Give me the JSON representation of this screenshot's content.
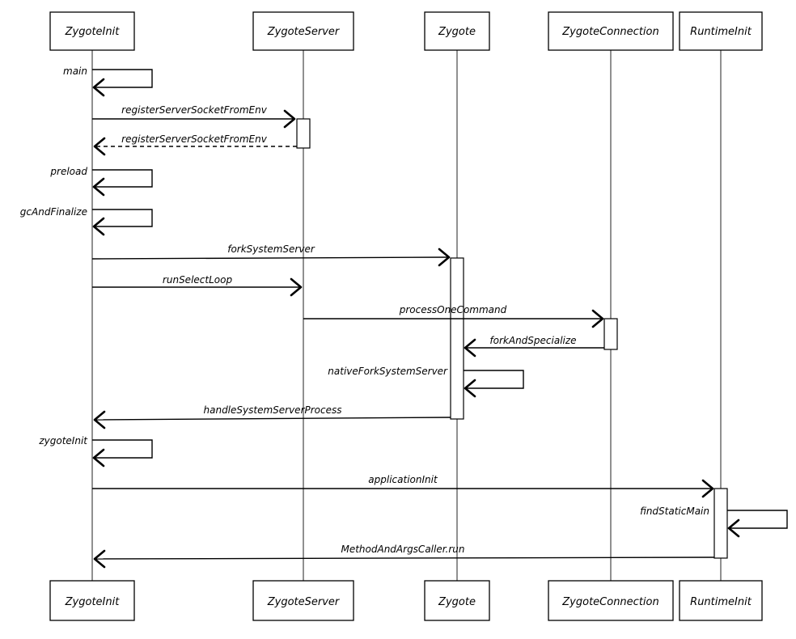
{
  "participants": [
    {
      "id": "zygoteinit",
      "label": "ZygoteInit"
    },
    {
      "id": "zygoteserver",
      "label": "ZygoteServer"
    },
    {
      "id": "zygote",
      "label": "Zygote"
    },
    {
      "id": "zygoteconnection",
      "label": "ZygoteConnection"
    },
    {
      "id": "runtimeinit",
      "label": "RuntimeInit"
    }
  ],
  "messages": [
    {
      "from": "zygoteinit",
      "to": "zygoteinit",
      "label": "main",
      "style": "solid"
    },
    {
      "from": "zygoteinit",
      "to": "zygoteserver",
      "label": "registerServerSocketFromEnv",
      "style": "solid"
    },
    {
      "from": "zygoteserver",
      "to": "zygoteinit",
      "label": "registerServerSocketFromEnv",
      "style": "dashed"
    },
    {
      "from": "zygoteinit",
      "to": "zygoteinit",
      "label": "preload",
      "style": "solid"
    },
    {
      "from": "zygoteinit",
      "to": "zygoteinit",
      "label": "gcAndFinalize",
      "style": "solid"
    },
    {
      "from": "zygoteinit",
      "to": "zygote",
      "label": "forkSystemServer",
      "style": "solid"
    },
    {
      "from": "zygoteinit",
      "to": "zygoteserver",
      "label": "runSelectLoop",
      "style": "solid"
    },
    {
      "from": "zygoteserver",
      "to": "zygoteconnection",
      "label": "processOneCommand",
      "style": "solid"
    },
    {
      "from": "zygoteconnection",
      "to": "zygote",
      "label": "forkAndSpecialize",
      "style": "solid"
    },
    {
      "from": "zygote",
      "to": "zygote",
      "label": "nativeForkSystemServer",
      "style": "solid"
    },
    {
      "from": "zygote",
      "to": "zygoteinit",
      "label": "handleSystemServerProcess",
      "style": "solid"
    },
    {
      "from": "zygoteinit",
      "to": "zygoteinit",
      "label": "zygoteInit",
      "style": "solid"
    },
    {
      "from": "zygoteinit",
      "to": "runtimeinit",
      "label": "applicationInit",
      "style": "solid"
    },
    {
      "from": "runtimeinit",
      "to": "runtimeinit",
      "label": "findStaticMain",
      "style": "solid"
    },
    {
      "from": "runtimeinit",
      "to": "zygoteinit",
      "label": "MethodAndArgsCaller.run",
      "style": "solid"
    }
  ]
}
